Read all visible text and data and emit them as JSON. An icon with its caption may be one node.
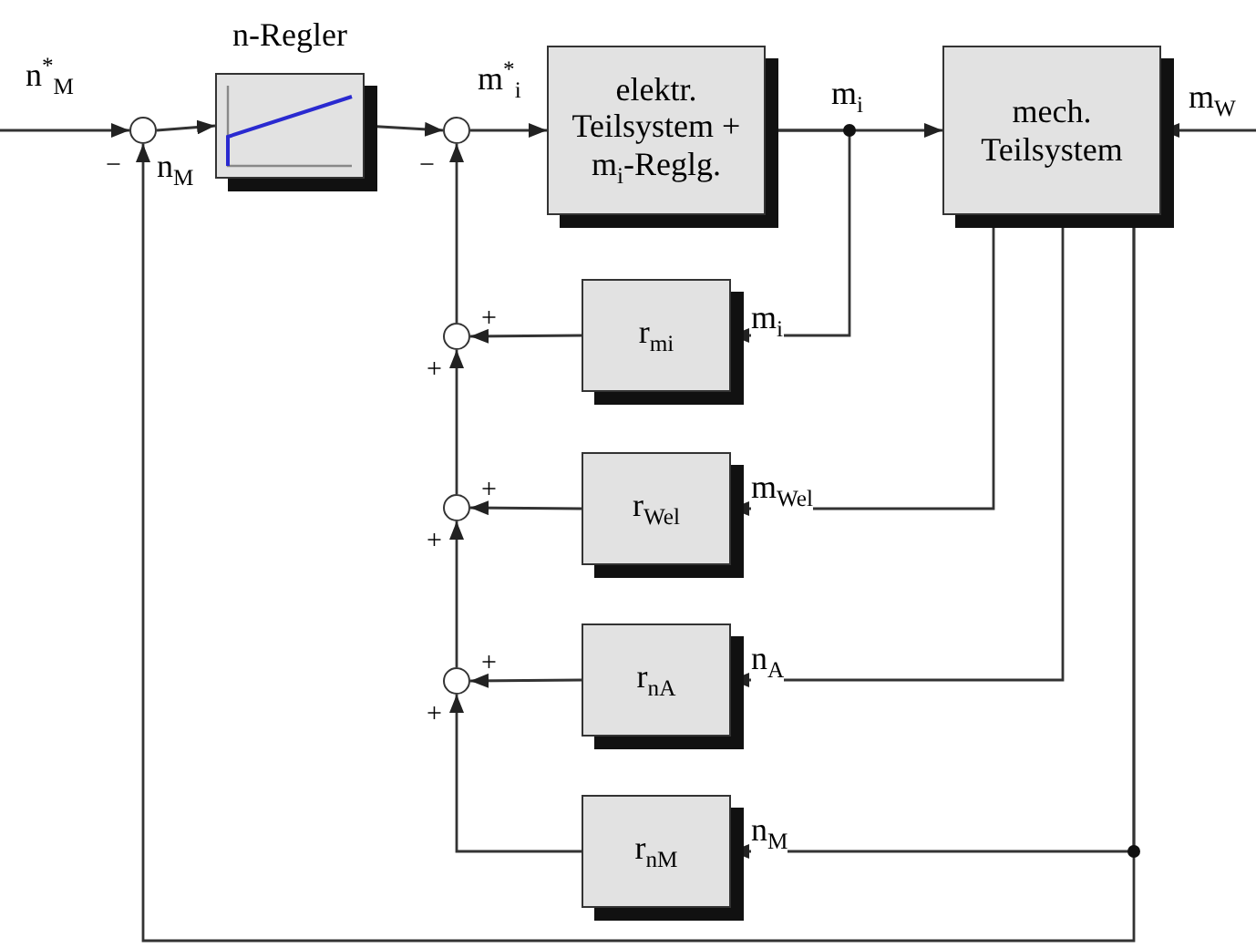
{
  "diagram": {
    "nodes": [
      {
        "text": [],
        "shape": "circle"
      },
      {
        "text": [
          "n-Regler"
        ]
      },
      {
        "text": [],
        "shape": "circle"
      },
      {
        "text": [
          "elektr. Teilsystem + m$_{i}$-Reglg."
        ]
      },
      {
        "text": [
          "mech. Teilsystem"
        ]
      },
      {
        "text": [
          "r$_{mi}$"
        ]
      },
      {
        "text": [],
        "shape": "circle"
      },
      {
        "text": [
          "r$_{Wel}$"
        ]
      },
      {
        "text": [],
        "shape": "circle"
      },
      {
        "text": [
          "r$_{nA}$"
        ]
      },
      {
        "text": [],
        "shape": "circle"
      },
      {
        "text": [
          "r$_{nM}$"
        ]
      }
    ],
    "edges": [
      {
        "from": null,
        "to": 0,
        "arrow": "to",
        "label": "n$^{*}$$_{M}$"
      },
      {
        "from": 0,
        "to": 1,
        "arrow": "to"
      },
      {
        "from": 1,
        "to": 2,
        "arrow": "to"
      },
      {
        "from": 2,
        "to": 3,
        "arrow": "to",
        "label": "m$^{*}$$_{i}$"
      },
      {
        "from": 3,
        "to": 4,
        "arrow": "to",
        "label": "m$_{i}$"
      },
      {
        "from": 3,
        "to": 5,
        "arrow": "to",
        "label": "m$_{i}$"
      },
      {
        "from": null,
        "to": 4,
        "arrow": "to",
        "label": "m$_{W}$"
      },
      {
        "from": 4,
        "to": 7,
        "arrow": "to",
        "label": "m$_{Wel}$"
      },
      {
        "from": 4,
        "to": 9,
        "arrow": "to",
        "label": "n$_{A}$"
      },
      {
        "from": 4,
        "to": 11,
        "arrow": "to",
        "label": "n$_{M}$"
      },
      {
        "from": 4,
        "to": 0,
        "arrow": "to",
        "label": "n$_{M}$"
      },
      {
        "from": 5,
        "to": 6,
        "arrow": "to"
      },
      {
        "from": 7,
        "to": 8,
        "arrow": "to"
      },
      {
        "from": 9,
        "to": 10,
        "arrow": "to"
      },
      {
        "from": 11,
        "to": 10,
        "arrow": "to"
      },
      {
        "from": 10,
        "to": 8,
        "arrow": "to"
      },
      {
        "from": 8,
        "to": 6,
        "arrow": "to"
      },
      {
        "from": 6,
        "to": 2,
        "arrow": "to"
      }
    ],
    "labels": [
      "−",
      "−",
      "+",
      "+",
      "+",
      "+",
      "+",
      "+"
    ]
  }
}
